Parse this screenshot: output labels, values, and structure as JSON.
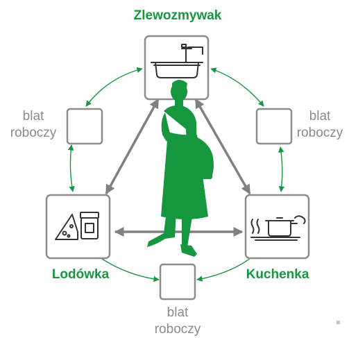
{
  "colors": {
    "accent_green": "#15963f",
    "box_stroke": "#8c8c8c",
    "arrow_gray": "#808080",
    "label_gray": "#8a8a8a"
  },
  "stations": {
    "sink": {
      "title": "Zlewozmywak",
      "icon": "sink-with-faucet-icon"
    },
    "fridge": {
      "title": "Lodówka",
      "icon": "cheese-and-jar-icon"
    },
    "stove": {
      "title": "Kuchenka",
      "icon": "steaming-pot-icon"
    }
  },
  "counters": {
    "left": {
      "line1": "blat",
      "line2": "roboczy"
    },
    "right": {
      "line1": "blat",
      "line2": "roboczy"
    },
    "bottom": {
      "line1": "blat",
      "line2": "roboczy"
    }
  },
  "figure": {
    "icon": "walking-woman-silhouette-icon"
  }
}
